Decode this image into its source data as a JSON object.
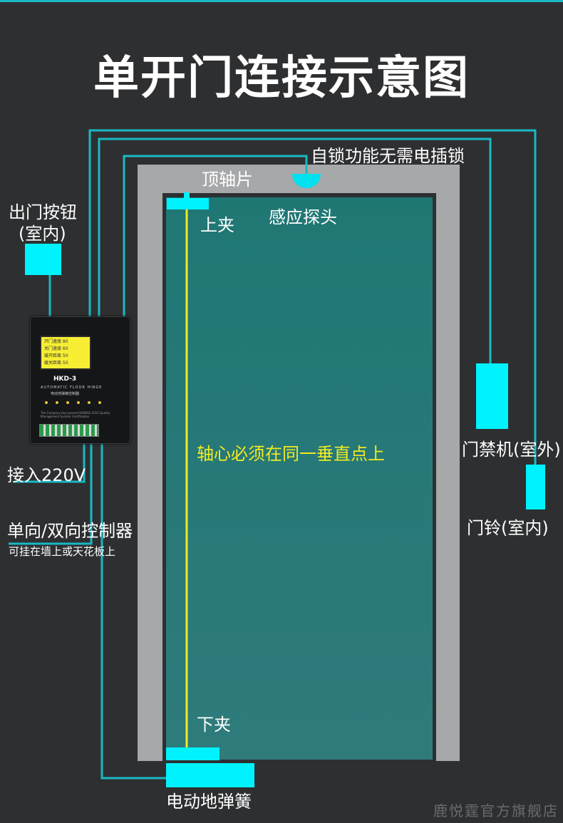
{
  "title": "单开门连接示意图",
  "labels": {
    "self_lock": "自锁功能无需电插锁",
    "top_pivot": "顶轴片",
    "sensor": "感应探头",
    "upper_clamp": "上夹",
    "exit_button": "出门按钮",
    "exit_button_sub": "(室内)",
    "axis_note": "轴心必须在同一垂直点上",
    "power": "接入220V",
    "access_control": "门禁机(室外)",
    "doorbell": "门铃(室内)",
    "controller": "单向/双向控制器",
    "controller_sub": "可挂在墙上或天花板上",
    "lower_clamp": "下夹",
    "floor_spring": "电动地弹簧"
  },
  "controller_device": {
    "lcd_lines": [
      "开门速度 80",
      "关门速度 60",
      "缓开距离 50",
      "缓关距离 50"
    ],
    "model": "HKD-3",
    "subtitle": "AUTOMATIC FLOOR HINGE",
    "subtitle_cn": "电动地弹簧控制器",
    "cert_text": "The Company Has passed ISO9001:2015 Quality Management System Certification"
  },
  "colors": {
    "background": "#2e2f31",
    "wire": "#19b9c4",
    "device_cyan": "#00f2ff",
    "door_panel": "#237a78",
    "door_frame": "#a7a8aa",
    "axis_line": "#f2ea22"
  },
  "watermark": "鹿悦霆官方旗舰店"
}
